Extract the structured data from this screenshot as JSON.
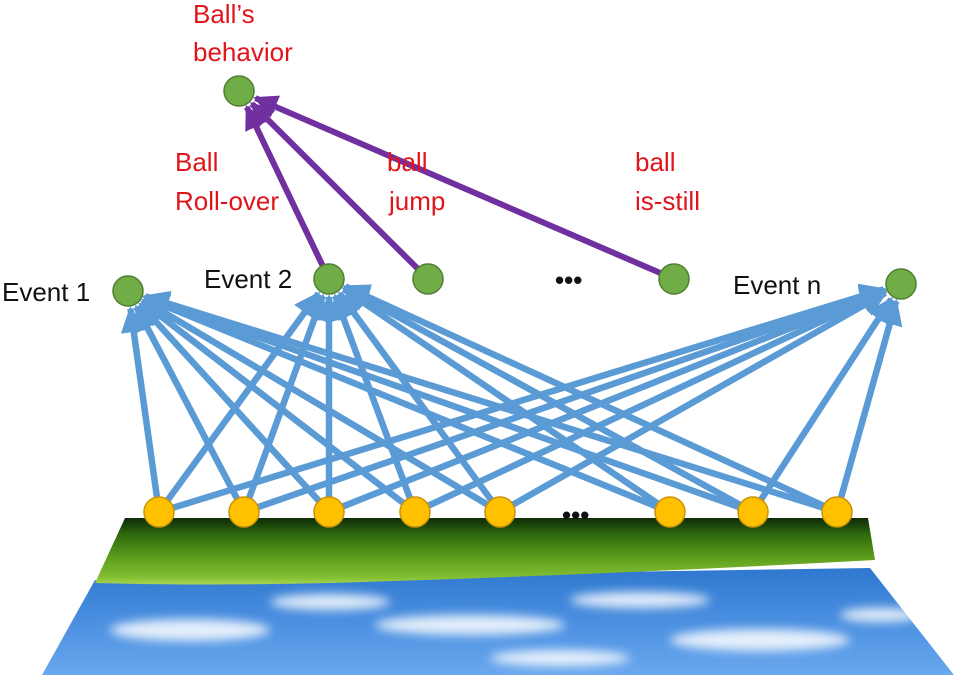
{
  "top_label": {
    "line1": "Ball’s",
    "line2": "behavior"
  },
  "relation_labels": [
    {
      "line1": "Ball",
      "line2": "Roll-over"
    },
    {
      "line1": "ball",
      "line2": "jump"
    },
    {
      "line1": "ball",
      "line2": "is-still"
    }
  ],
  "event_labels": {
    "event1": "Event 1",
    "event2": "Event 2",
    "eventn": "Event n"
  },
  "ellipsis": "•••",
  "colors": {
    "node_green": "#70ad47",
    "node_yellow": "#ffc000",
    "arrow_blue": "#5b9bd5",
    "arrow_purple": "#7030a0",
    "label_red": "#e0151b"
  }
}
